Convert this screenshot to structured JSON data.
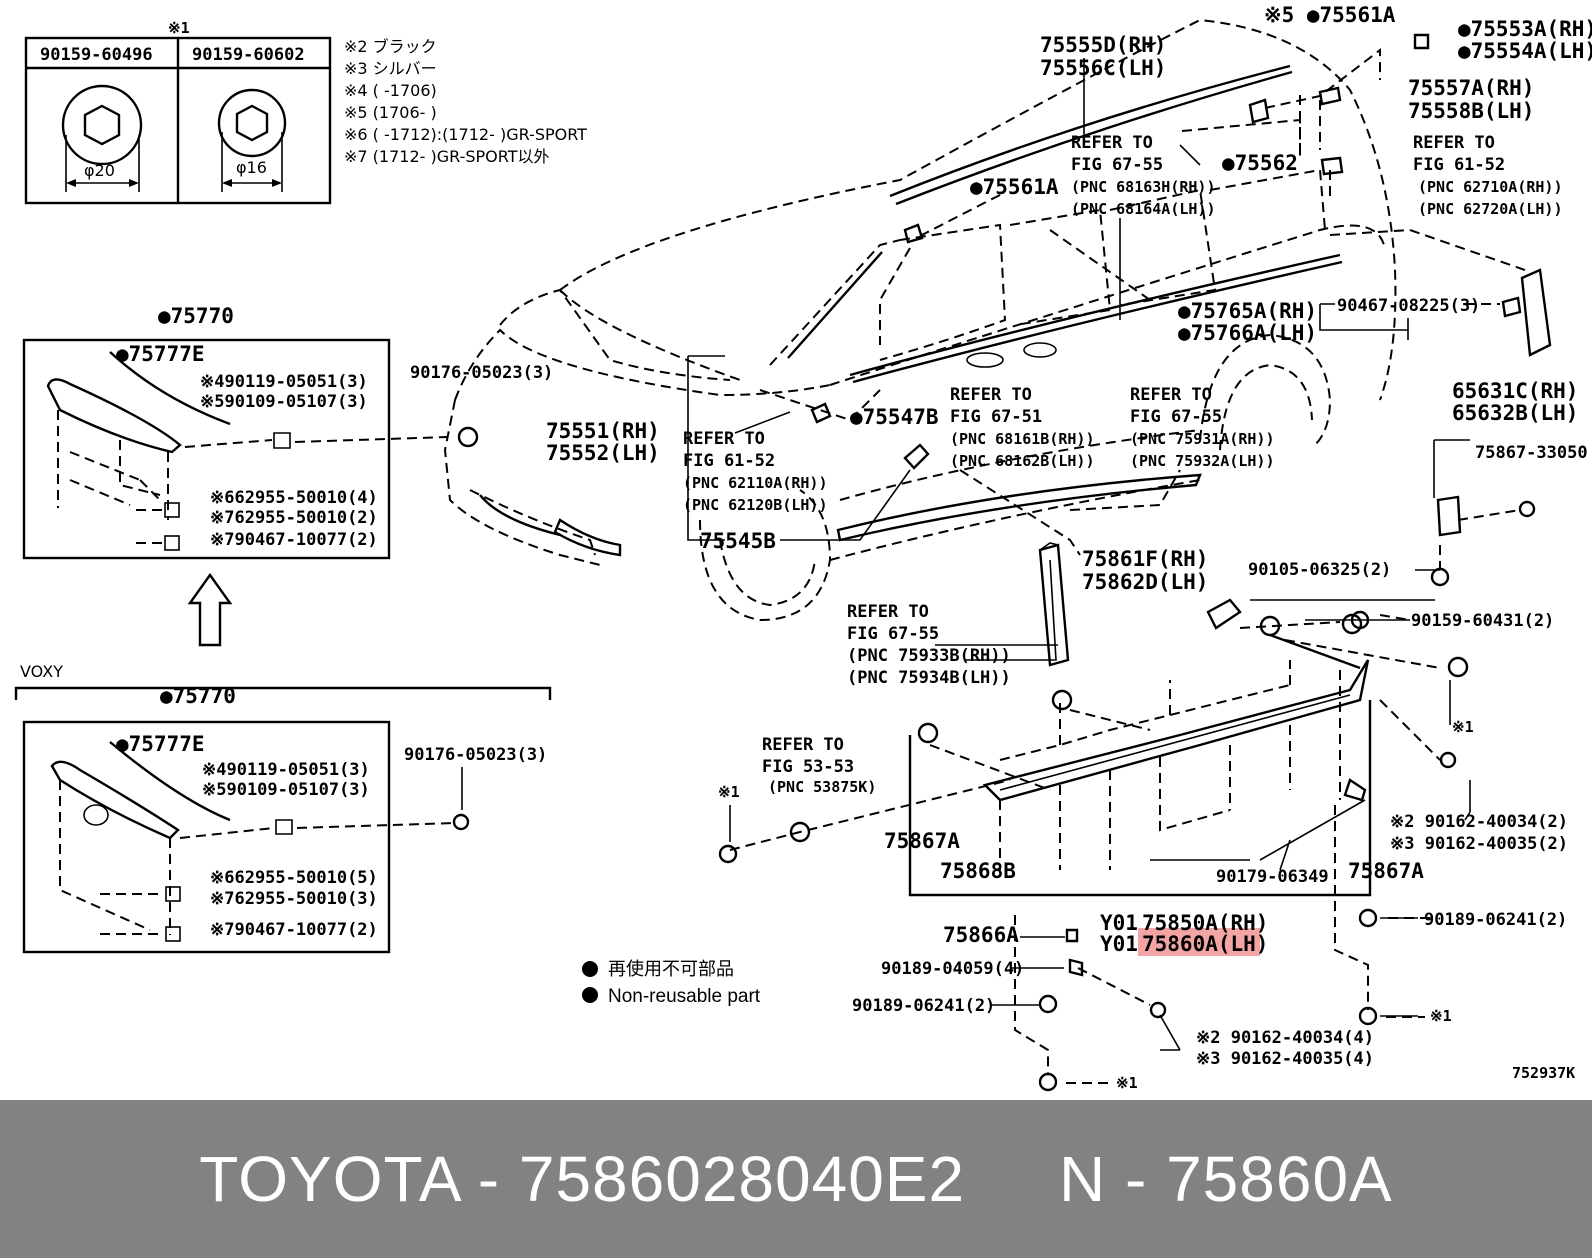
{
  "note_mark_1": "※1",
  "bolt_table": {
    "col_left_part": "90159-60496",
    "col_right_part": "90159-60602",
    "dia_left": "φ20",
    "dia_right": "φ16"
  },
  "notes": [
    "※2 ブラック",
    "※3 シルバー",
    "※4 (       -1706)",
    "※5 (1706-       )",
    "※6 (       -1712):(1712-       )GR-SPORT",
    "※7 (1712-       )GR-SPORT以外"
  ],
  "labels": {
    "p75561A_top": "※5 ●75561A",
    "p75553A": "●75553A(RH)",
    "p75554A": "●75554A(LH)",
    "p75555D": "75555D(RH)",
    "p75556C": "75556C(LH)",
    "p75557A": "75557A(RH)",
    "p75558B": "75558B(LH)",
    "ref6755a_1": "REFER TO",
    "ref6755a_2": "FIG 67-55",
    "ref6755a_3": "(PNC 68163H(RH))",
    "ref6755a_4": "(PNC 68164A(LH))",
    "p75562": "●75562",
    "ref6152a_1": "REFER TO",
    "ref6152a_2": "FIG 61-52",
    "ref6152a_3": "(PNC 62710A(RH))",
    "ref6152a_4": "(PNC 62720A(LH))",
    "p75561A_mid": "●75561A",
    "p75765A": "●75765A(RH)",
    "p75766A": "●75766A(LH)",
    "p90467_08225": "90467-08225(3)",
    "p90176_a": "90176-05023(3)",
    "p75551": "75551(RH)",
    "p75552": "75552(LH)",
    "p75547B": "●75547B",
    "ref6751_1": "REFER TO",
    "ref6751_2": "FIG 67-51",
    "ref6751_3": "(PNC 68161B(RH))",
    "ref6751_4": "(PNC 68162B(LH))",
    "ref6755b_1": "REFER TO",
    "ref6755b_2": "FIG 67-55",
    "ref6755b_3": "(PNC 75931A(RH))",
    "ref6755b_4": "(PNC 75932A(LH))",
    "p65631C": "65631C(RH)",
    "p65632B": "65632B(LH)",
    "p75867_33050": "75867-33050",
    "ref6152b_1": "REFER TO",
    "ref6152b_2": "FIG 61-52",
    "ref6152b_3": "(PNC 62110A(RH))",
    "ref6152b_4": "(PNC 62120B(LH))",
    "p75545B": "75545B",
    "p75861F": "75861F(RH)",
    "p75862D": "75862D(LH)",
    "p90105": "90105-06325(2)",
    "p90159_60431": "90159-60431(2)",
    "ref6755c_1": "REFER TO",
    "ref6755c_2": "FIG 67-55",
    "ref6755c_3": "(PNC 75933B(RH))",
    "ref6755c_4": "(PNC 75934B(LH))",
    "mark_right_1": "※1",
    "ref5353_1": "REFER TO",
    "ref5353_2": "FIG 53-53",
    "ref5353_3": "(PNC 53875K)",
    "mark_left_1": "※1",
    "p75867A_left": "75867A",
    "p75868B": "75868B",
    "p90162_a1": "※2 90162-40034(2)",
    "p90162_a2": "※3 90162-40035(2)",
    "p90179": "90179-06349",
    "p75867A_right": "75867A",
    "y01_a_prefix": "Y01",
    "p75850A": "75850A(RH)",
    "y01_b_prefix": "Y01",
    "p75860A": "75860A(LH)",
    "p75866A": "75866A",
    "p90189_06241_r": "90189-06241(2)",
    "p90189_04059": "90189-04059(4)",
    "p90189_06241_l": "90189-06241(2)",
    "mark_bottom_r": "※1",
    "p90162_b1": "※2 90162-40034(4)",
    "p90162_b2": "※3 90162-40035(4)",
    "mark_bottom_l": "※1",
    "legend_jp": "再使用不可部品",
    "legend_en": "Non-reusable part",
    "fig_code": "752937K"
  },
  "panel_top": {
    "title": "●75770",
    "p75777E": "●75777E",
    "p90119": "※490119-05051(3)",
    "p90109": "※590109-05107(3)",
    "p62955_a": "※662955-50010(4)",
    "p62955_b": "※762955-50010(2)",
    "p90467": "※790467-10077(2)"
  },
  "panel_voxy": {
    "section": "VOXY",
    "title": "●75770",
    "p75777E": "●75777E",
    "p90119": "※490119-05051(3)",
    "p90109": "※590109-05107(3)",
    "p90176": "90176-05023(3)",
    "p62955_a": "※662955-50010(5)",
    "p62955_b": "※762955-50010(3)",
    "p90467": "※790467-10077(2)"
  },
  "caption": "TOYOTA - 7586028040E2     N - 75860A",
  "colors": {
    "highlight": "#f3a5a5",
    "bar": "#828282"
  }
}
